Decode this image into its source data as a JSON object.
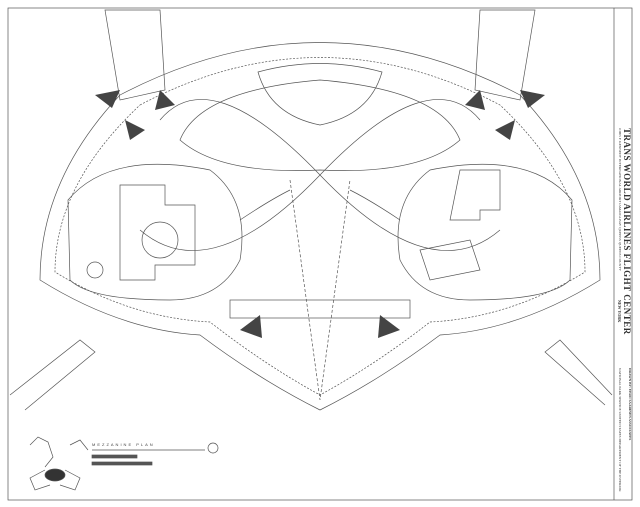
{
  "drawing": {
    "title": "TRANS WORLD AIRLINES FLIGHT CENTER",
    "location": "JOHN F. KENNEDY INTERNATIONAL AIRPORT   JAMAICA BAY   QUEENS   QUEENS COUNTY",
    "state": "NEW YORK",
    "drawn_by": "DRAWN BY: EERO SAARINEN ASSOCIATES",
    "agency": "NATIONAL PARK SERVICE  UNITED STATES DEPARTMENT OF THE INTERIOR",
    "plan_title": "MEZZANINE PLAN",
    "line_color": "#555555",
    "fill_dark": "#444444"
  }
}
